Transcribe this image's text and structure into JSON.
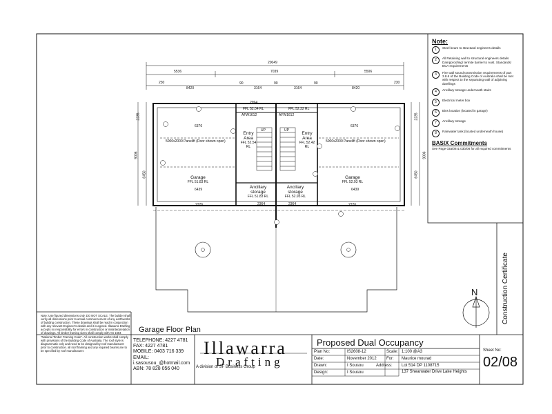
{
  "notes": {
    "title": "Note:",
    "items": [
      {
        "num": "1",
        "text": "Steel beam to structural engineers details"
      },
      {
        "num": "2",
        "text": "All Retaining wall to structural engineers details Dampproofing/ termite barrier to Aust. Standards/ BCA requirements"
      },
      {
        "num": "3",
        "text": "Fire wall sound transmission requirements of part 3.8.6 of the Building Code of Australia shall be met with respect to the separating wall of adjoining dwellings"
      },
      {
        "num": "4",
        "text": "Ancillary storage underneath stairs"
      },
      {
        "num": "5",
        "text": "Electrical meter box"
      },
      {
        "num": "6",
        "text": "Bins location (located in garage)"
      },
      {
        "num": "7",
        "text": "Ancillary storage"
      },
      {
        "num": "8",
        "text": "Rainwater tank (located underneath house)"
      }
    ],
    "basix_title": "BASIX Commitments",
    "basix_text": "See Page 03a/08 & 03b/08 for all required commitments"
  },
  "disclaimer": "Note: Use figured dimensions only. DO NOT SCALE. The builder shall verify all dimensions prior to actual commencement of any earthworks of building construction. These drawings shall be read in conjunction with any relevant Engineer's details and it is agreed. Illawarra Drafting accepts no responsibility for errors in construction or misinterpretation of drawings. All timber framing sizes shall comply with AS 1684 \"National Timber Framing Code\". All construction works shall comply with provisions of the Building Code of Australia. The roof style is diagrammatic only and need to be designed by roof manufacturer prior to construction. all roof framing and any required beams are to be specified by roof manufacturer.",
  "plan_title": "Garage Floor Plan",
  "contact": {
    "telephone": "TELEPHONE:  4227 4781",
    "fax": "FAX:   4227 4781",
    "mobile": "MOBILE:   0403 716 339",
    "email_label": "EMAIL:",
    "email": "i.sasousou_@hotmail.com",
    "abn": "ABN: 78 828 056 040"
  },
  "logo": {
    "line1": "Illawarra",
    "line2": "Drafting",
    "tagline": "A division of SF Business Group"
  },
  "title_block": {
    "project": "Proposed Dual Occupancy",
    "plan_no_label": "Plan No:",
    "plan_no": "IS2608-12",
    "scale_label": "Scale:",
    "scale": "1:100 @A3",
    "date_label": "Date:",
    "date": "November 2012",
    "for_label": "For:",
    "for": "Maurice mourad",
    "drawn_label": "Drawn:",
    "drawn": "I Sousou",
    "address_label": "Address:",
    "address": "Lot 514 DP 1108715",
    "address2": "137 Shearwater Drive Lake Heights",
    "design_label": "Design:",
    "design": "I Sousou",
    "sheet_label": "Sheet No:",
    "sheet": "02/08"
  },
  "side_label": "Construction Certificate",
  "north": "N",
  "plan": {
    "overall": "20049",
    "dims_top": [
      "5536",
      "7039",
      "5506"
    ],
    "dims_top2": [
      "230",
      "8420",
      "90",
      "3164",
      "90",
      "3164",
      "90",
      "8420",
      "230"
    ],
    "left_vert": [
      "2235",
      "6450",
      "9006"
    ],
    "right_vert": [
      "2235",
      "6450",
      "9006"
    ],
    "rooms": {
      "garage_l": "Garage",
      "garage_l_rl": "FFL 51.83 RL",
      "garage_r": "Garage",
      "garage_r_rl": "FFL 52.93 RL",
      "entry_l": "Entry Area",
      "entry_l_rl": "FFL 52.54 RL",
      "entry_r": "Entry Area",
      "entry_r_rl": "FFL 52.42 RL",
      "anc_l": "Ancillary storage",
      "anc_l_rl": "FFL 51.83 RL",
      "anc_r": "Ancillary storage",
      "anc_r_rl": "FFL 52.93 RL",
      "ffl_top_l": "FFL 52.04 RL",
      "ffl_top_r": "FFL 52.32 RL",
      "window_l": "AFW1612",
      "window_r": "AFW1612",
      "garage_door": "5000x2000 Panelift (Door shown open)",
      "up": "UP",
      "dim_6376": "6376",
      "dim_6439": "6439",
      "dim_2226": "2226",
      "dim_2364": "2364",
      "dim_2994": "2994"
    }
  }
}
